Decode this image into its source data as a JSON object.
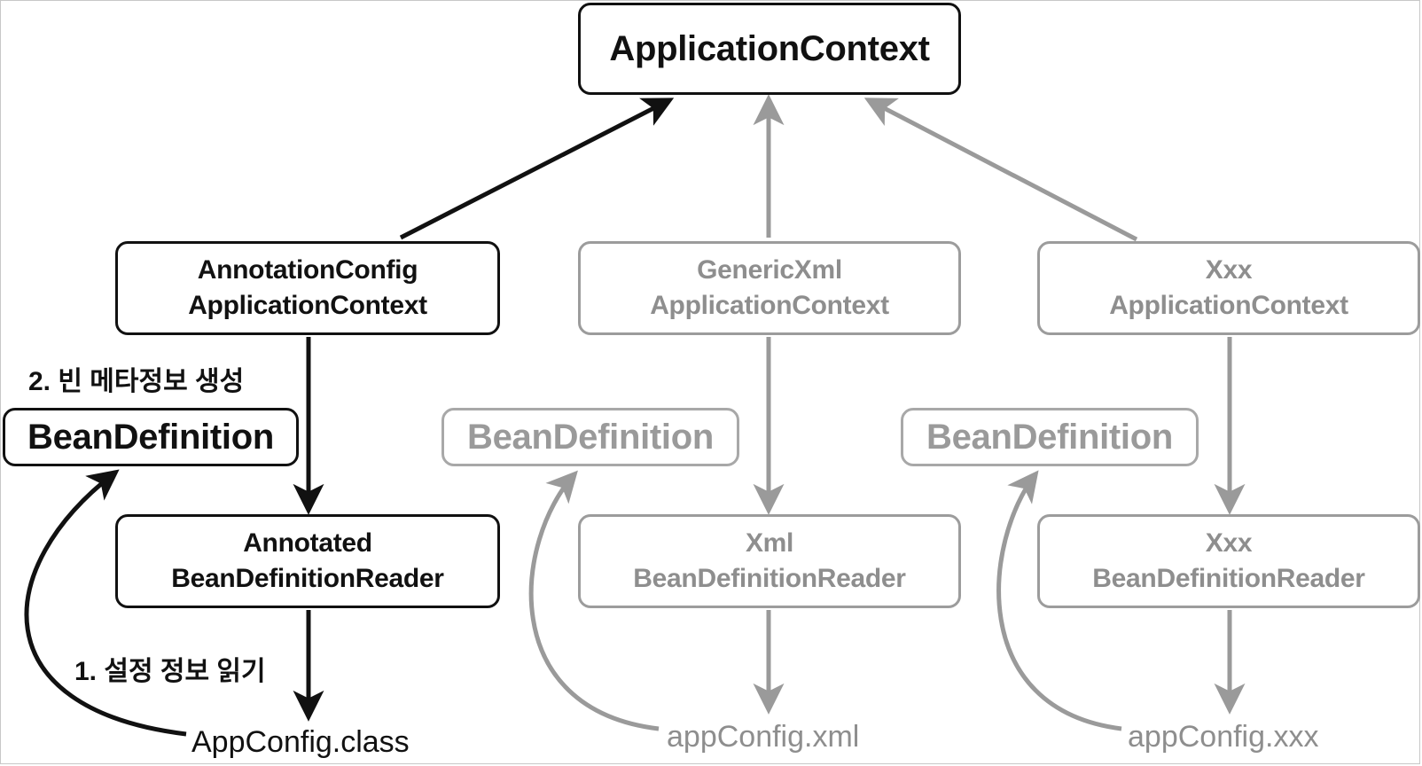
{
  "root": {
    "label": "ApplicationContext"
  },
  "columns": [
    {
      "context": {
        "line1": "AnnotationConfig",
        "line2": "ApplicationContext"
      },
      "reader": {
        "line1": "Annotated",
        "line2": "BeanDefinitionReader"
      },
      "bean_definition": "BeanDefinition",
      "source": "AppConfig.class",
      "step_read": "1. 설정 정보 읽기",
      "step_create": "2. 빈 메타정보 생성",
      "highlighted": true
    },
    {
      "context": {
        "line1": "GenericXml",
        "line2": "ApplicationContext"
      },
      "reader": {
        "line1": "Xml",
        "line2": "BeanDefinitionReader"
      },
      "bean_definition": "BeanDefinition",
      "source": "appConfig.xml",
      "highlighted": false
    },
    {
      "context": {
        "line1": "Xxx",
        "line2": "ApplicationContext"
      },
      "reader": {
        "line1": "Xxx",
        "line2": "BeanDefinitionReader"
      },
      "bean_definition": "BeanDefinition",
      "source": "appConfig.xxx",
      "highlighted": false
    }
  ],
  "colors": {
    "active": "#111111",
    "inactive": "#9a9a9a",
    "background": "#ffffff"
  }
}
